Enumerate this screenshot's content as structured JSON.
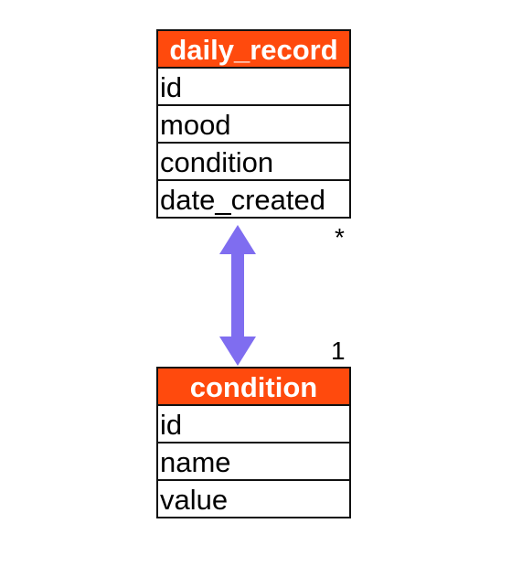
{
  "entities": {
    "daily_record": {
      "title": "daily_record",
      "fields": [
        "id",
        "mood",
        "condition",
        "date_created"
      ]
    },
    "condition": {
      "title": "condition",
      "fields": [
        "id",
        "name",
        "value"
      ]
    }
  },
  "relationship": {
    "top_multiplicity": "*",
    "bottom_multiplicity": "1",
    "arrow_color": "#7f6df0"
  },
  "colors": {
    "header_bg": "#ff4a0d",
    "header_text": "#ffffff",
    "border": "#111111"
  }
}
